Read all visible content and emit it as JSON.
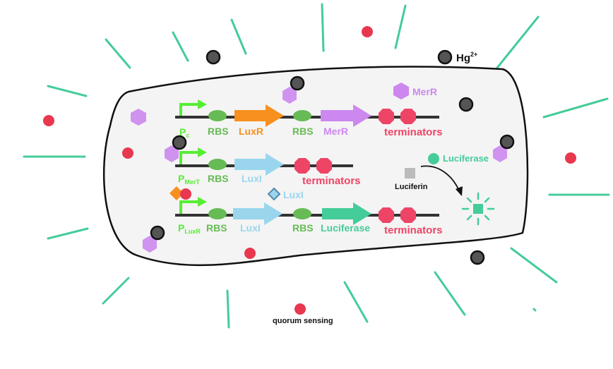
{
  "colors": {
    "promoter_arrow": "#55ee33",
    "rbs": "#66bb55",
    "luxr": "#f7901e",
    "merr": "#cc88ee",
    "luxi": "#99d6ee",
    "luciferase": "#44cc99",
    "terminator": "#ee4466",
    "ray": "#44cc99",
    "hg": "#555555",
    "red_dot": "#e8384f",
    "cell_fill": "#f4f4f4",
    "backbone": "#333333"
  },
  "legend": {
    "hg_label": "Hg",
    "hg_superscript": "2+",
    "merr_label": "MerR",
    "luciferase_label": "Luciferase",
    "luciferin_label": "Luciferin",
    "luxi_label": "LuxI",
    "quorum_label": "quorum sensing"
  },
  "constructs": [
    {
      "promoter_main": "P",
      "promoter_sub": "c",
      "rbs1": "RBS",
      "gene1": "LuxR",
      "rbs2": "RBS",
      "gene2": "MerR",
      "terminators": "terminators"
    },
    {
      "promoter_main": "P",
      "promoter_sub": "MerT",
      "rbs1": "RBS",
      "gene1": "LuxI",
      "terminators": "terminators"
    },
    {
      "promoter_main": "P",
      "promoter_sub": "LuxR",
      "rbs1": "RBS",
      "gene1": "LuxI",
      "rbs2": "RBS",
      "gene2": "Luciferase",
      "terminators": "terminators"
    }
  ]
}
